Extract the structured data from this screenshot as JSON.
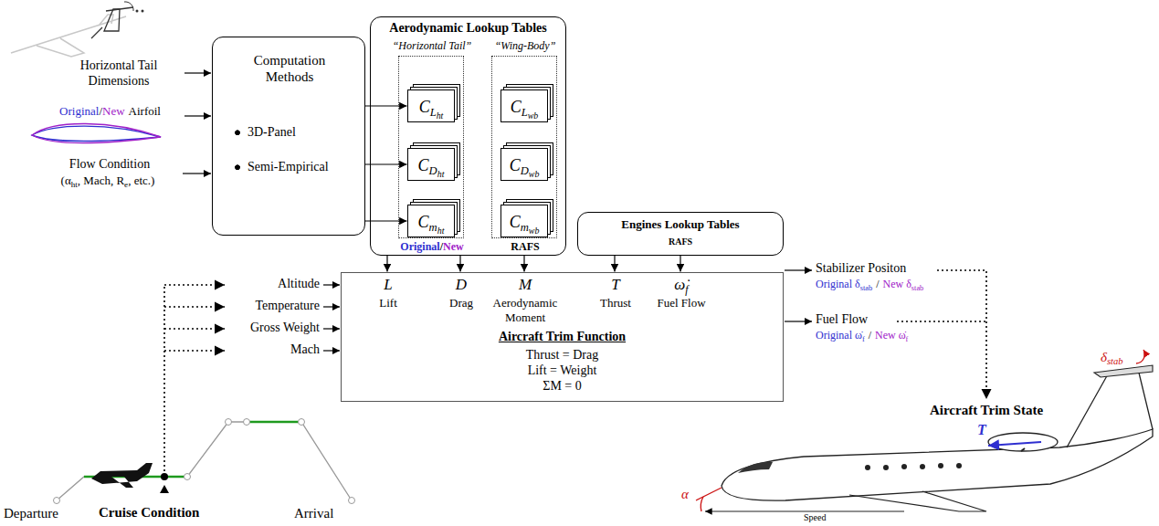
{
  "diagram": {
    "nodes": [
      {
        "text": [
          "Computation Methods",
          "3D-Panel",
          "Semi-Empirical"
        ]
      },
      {
        "text": [
          "Aerodynamic Lookup Tables"
        ]
      },
      {
        "text": [
          "“Horizontal Tail”",
          "Original",
          "/",
          "New"
        ],
        "in": 1
      },
      {
        "text": [
          "C",
          "L",
          "ht"
        ],
        "in": 2
      },
      {
        "text": [
          "C",
          "D",
          "ht"
        ],
        "in": 2
      },
      {
        "text": [
          "C",
          "m",
          "ht"
        ],
        "in": 2
      },
      {
        "text": [
          "“Wing-Body”",
          "RAFS"
        ],
        "in": 1
      },
      {
        "text": [
          "C",
          "L",
          "wb"
        ],
        "in": 6
      },
      {
        "text": [
          "C",
          "D",
          "wb"
        ],
        "in": 6
      },
      {
        "text": [
          "C",
          "m",
          "wb"
        ],
        "in": 6
      },
      {
        "text": [
          "Engines Lookup Tables",
          "RAFS"
        ]
      },
      {
        "text": [
          "L",
          "Lift",
          "D",
          "Drag",
          "M",
          "Aerodynamic Moment",
          "T",
          "Thrust",
          "ω̇",
          "f",
          "Fuel Flow",
          "Aircraft Trim Function",
          "Thrust = Drag",
          "Lift = Weight",
          "ΣM = 0"
        ]
      }
    ],
    "edges": [
      {
        "from": 0,
        "to": 3,
        "arrow": "to"
      },
      {
        "from": 0,
        "to": 4,
        "arrow": "to"
      },
      {
        "from": 0,
        "to": 5,
        "arrow": "to"
      },
      {
        "from": 1,
        "to": 11,
        "arrow": "to"
      },
      {
        "from": 1,
        "to": 11,
        "arrow": "to"
      },
      {
        "from": 1,
        "to": 11,
        "arrow": "to"
      },
      {
        "from": 10,
        "to": 11,
        "arrow": "to"
      },
      {
        "from": 10,
        "to": 11,
        "arrow": "to"
      }
    ],
    "labels": [
      "Horizontal Tail Dimensions",
      "Original",
      "/",
      "New",
      "Airfoil",
      "Flow Condition",
      "(α",
      "ht",
      ", Mach, R",
      "e",
      ", etc.)",
      "Altitude",
      "Temperature",
      "Gross Weight",
      "Mach",
      "Stabilizer Positon",
      "Original δ",
      "stab",
      "/",
      "New δ",
      "stab",
      "Fuel Flow",
      "Original ω̇",
      "f",
      "/",
      "New ω̇",
      "f",
      "Aircraft Trim State",
      "Departure",
      "Cruise Condition",
      "Arrival",
      "δ",
      "stab",
      "T",
      "α",
      "Speed"
    ]
  }
}
